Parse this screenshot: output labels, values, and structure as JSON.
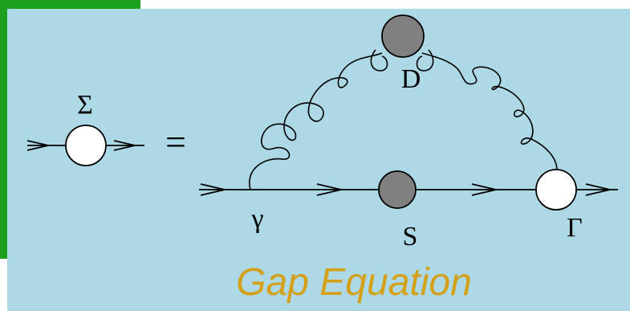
{
  "labels": {
    "sigma": "Σ",
    "gluon_propagator": "D",
    "quark_propagator": "S",
    "bare_vertex": "γ",
    "dressed_vertex": "Γ",
    "equals": "="
  },
  "caption": "Gap Equation",
  "colors": {
    "green_bar": "#1aa01a",
    "panel": "#add8e6",
    "caption": "#d4a017",
    "propagator_blob": "#808080",
    "vertex_blob": "#ffffff"
  }
}
